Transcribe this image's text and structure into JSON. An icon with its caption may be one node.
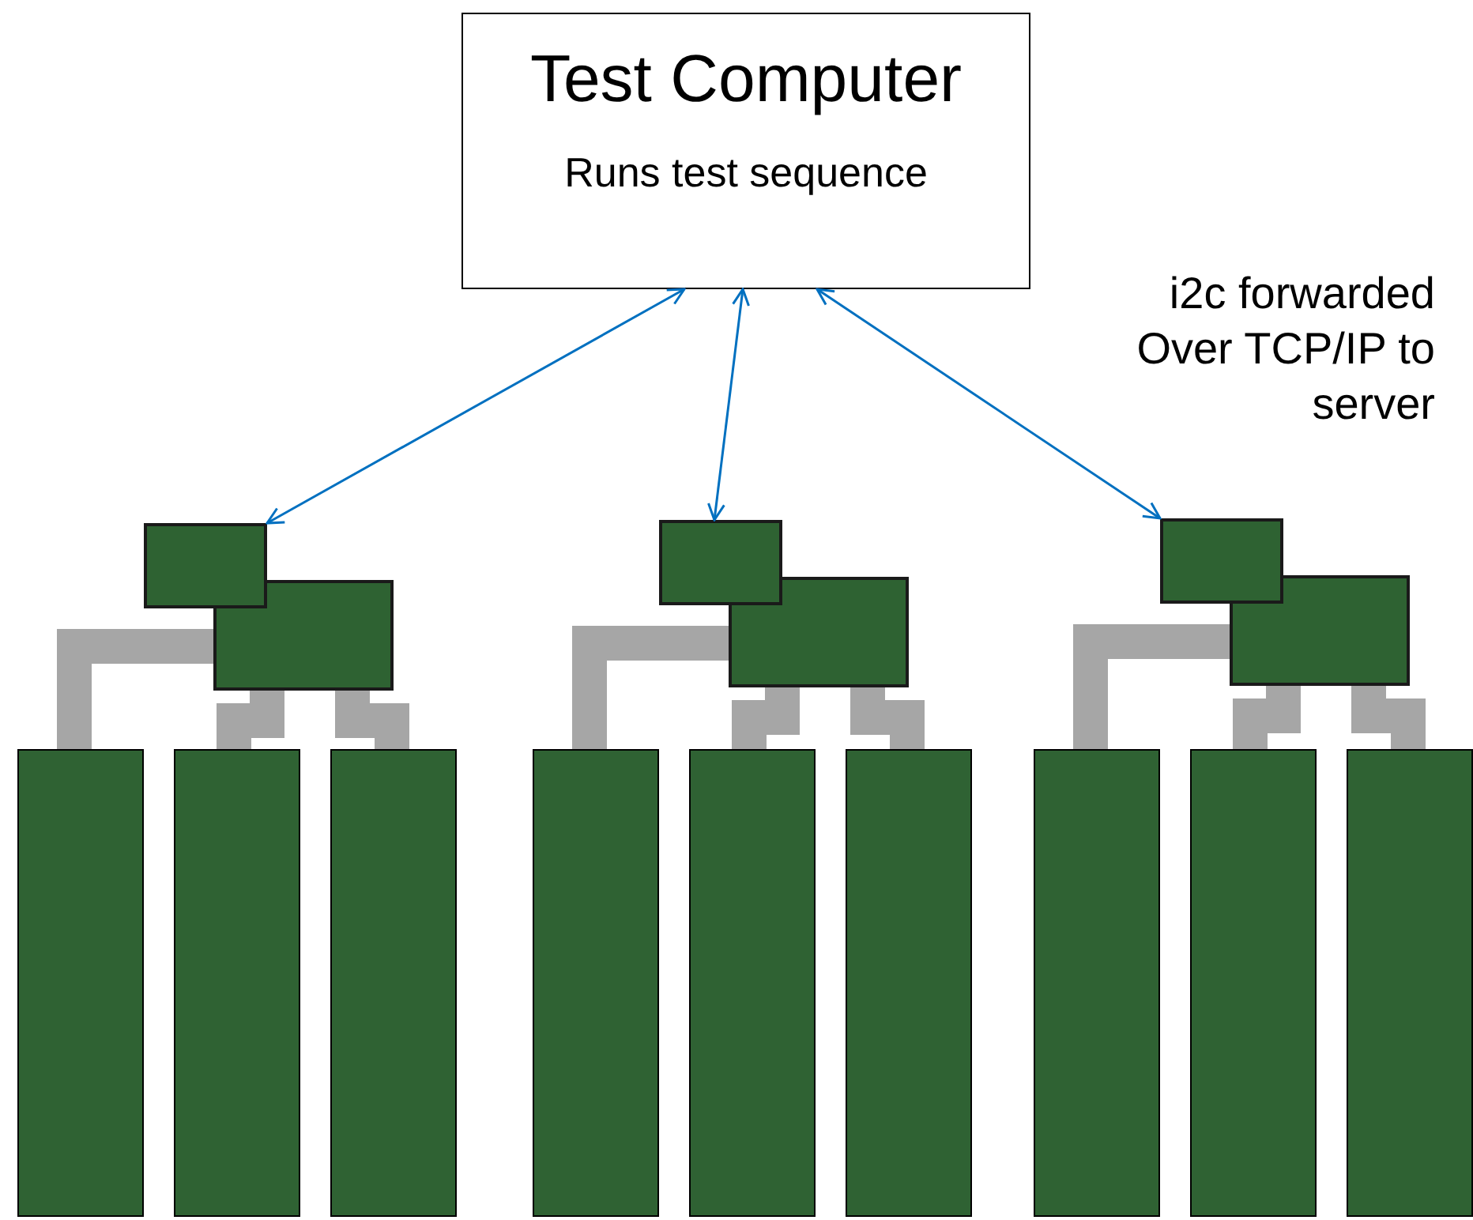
{
  "diagram": {
    "nodes": [
      {
        "text": [
          "Test Computer",
          "Runs test sequence"
        ]
      },
      {
        "text": [],
        "shape": "box"
      },
      {
        "text": [],
        "shape": "box"
      },
      {
        "text": [],
        "shape": "bar"
      },
      {
        "text": [],
        "shape": "bar"
      },
      {
        "text": [],
        "shape": "bar"
      },
      {
        "text": [],
        "shape": "box"
      },
      {
        "text": [],
        "shape": "box"
      },
      {
        "text": [],
        "shape": "bar"
      },
      {
        "text": [],
        "shape": "bar"
      },
      {
        "text": [],
        "shape": "bar"
      },
      {
        "text": [],
        "shape": "box"
      },
      {
        "text": [],
        "shape": "box"
      },
      {
        "text": [],
        "shape": "bar"
      },
      {
        "text": [],
        "shape": "bar"
      },
      {
        "text": [],
        "shape": "bar"
      }
    ],
    "edges": [
      {
        "from": 0,
        "to": 1,
        "arrow": "both",
        "color": "#0070c0"
      },
      {
        "from": 0,
        "to": 6,
        "arrow": "both",
        "color": "#0070c0"
      },
      {
        "from": 0,
        "to": 11,
        "arrow": "both",
        "color": "#0070c0"
      },
      {
        "from": 2,
        "to": 3,
        "arrow": "none"
      },
      {
        "from": 2,
        "to": 4,
        "arrow": "none"
      },
      {
        "from": 2,
        "to": 5,
        "arrow": "none"
      },
      {
        "from": 7,
        "to": 8,
        "arrow": "none"
      },
      {
        "from": 7,
        "to": 9,
        "arrow": "none"
      },
      {
        "from": 7,
        "to": 10,
        "arrow": "none"
      },
      {
        "from": 12,
        "to": 13,
        "arrow": "none"
      },
      {
        "from": 12,
        "to": 14,
        "arrow": "none"
      },
      {
        "from": 12,
        "to": 15,
        "arrow": "none"
      }
    ],
    "labels": [
      "i2c forwarded Over TCP/IP to server"
    ]
  }
}
